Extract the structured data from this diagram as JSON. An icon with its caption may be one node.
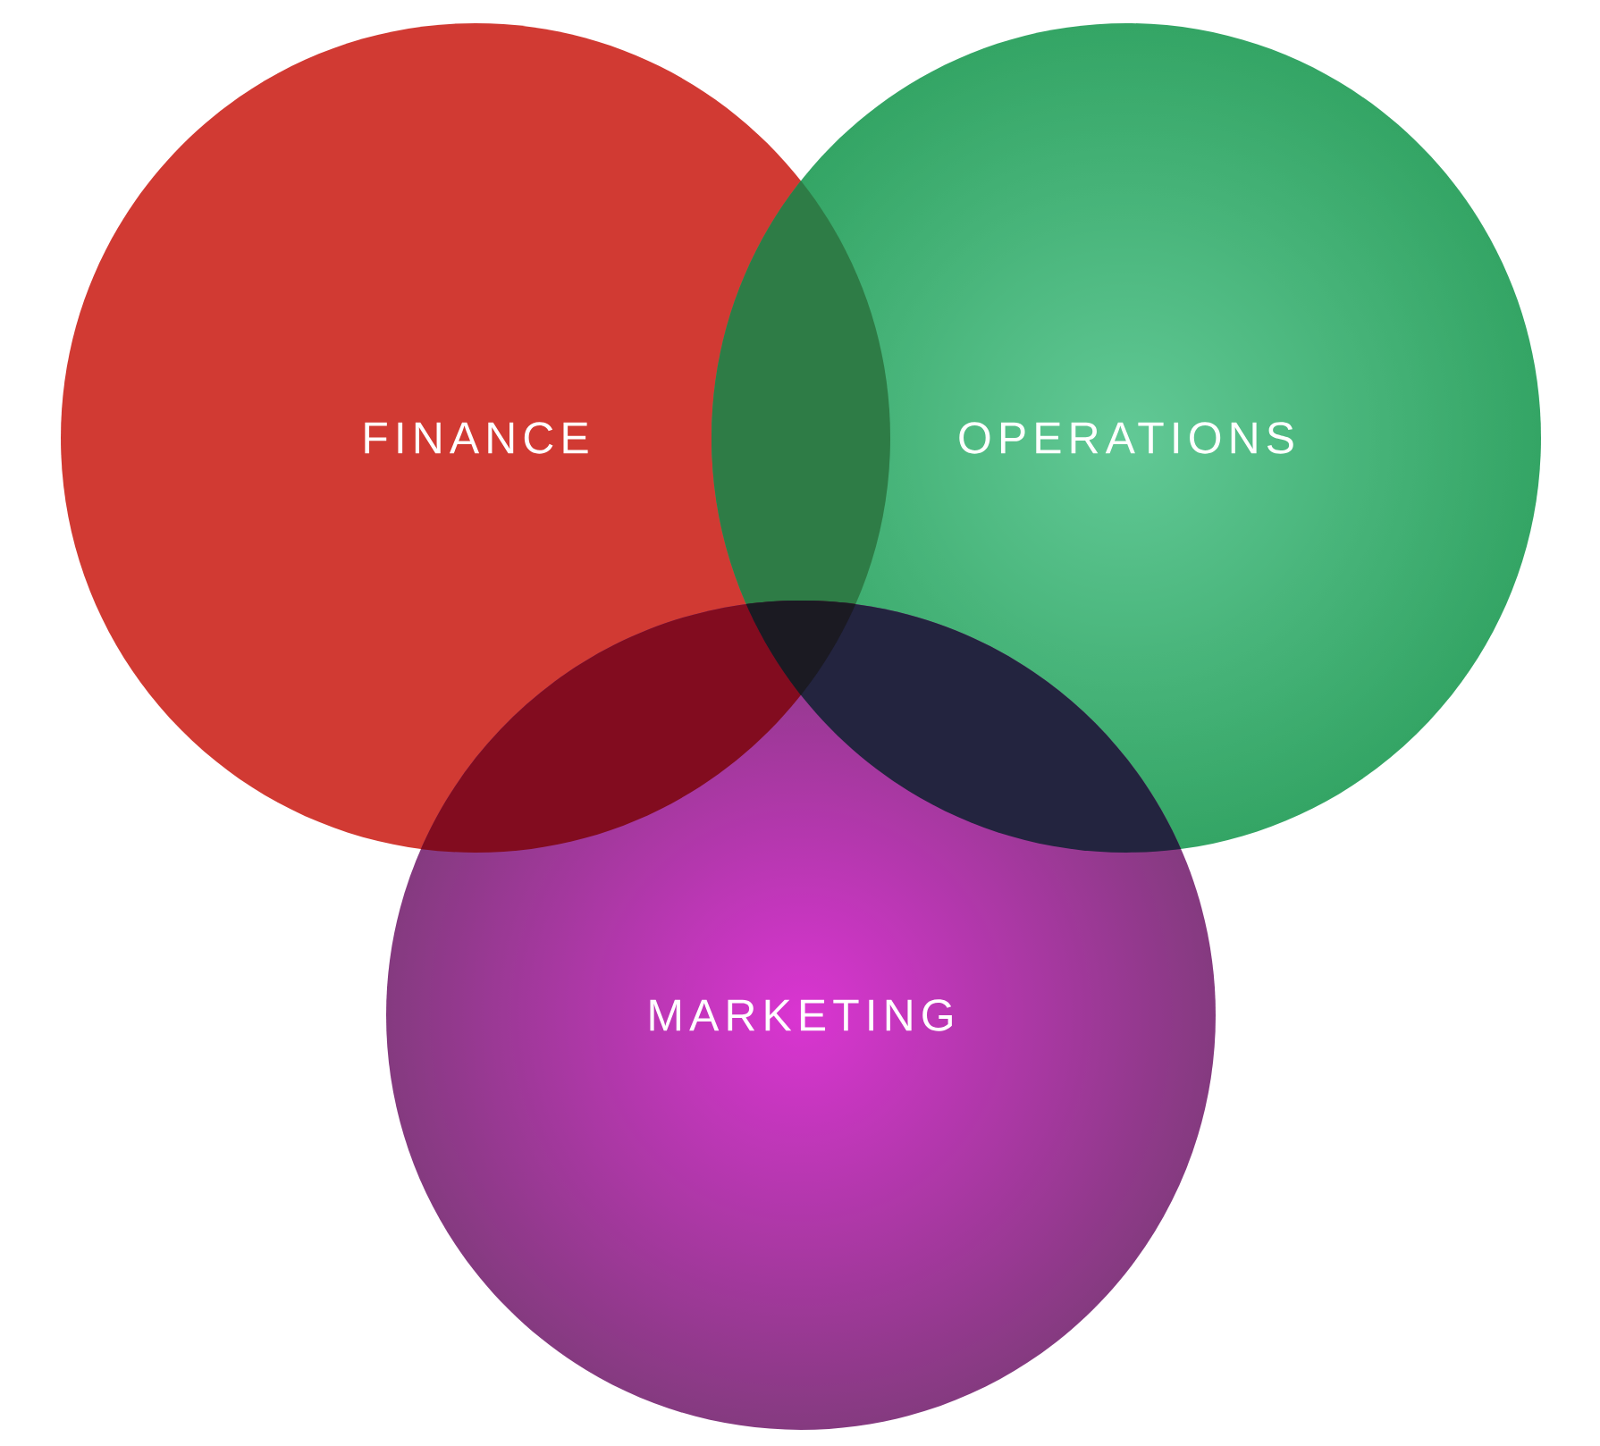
{
  "diagram": {
    "nodes": [
      {
        "text": [
          "FINANCE"
        ]
      },
      {
        "text": [
          "OPERATIONS"
        ]
      },
      {
        "text": [
          "MARKETING"
        ]
      }
    ]
  }
}
